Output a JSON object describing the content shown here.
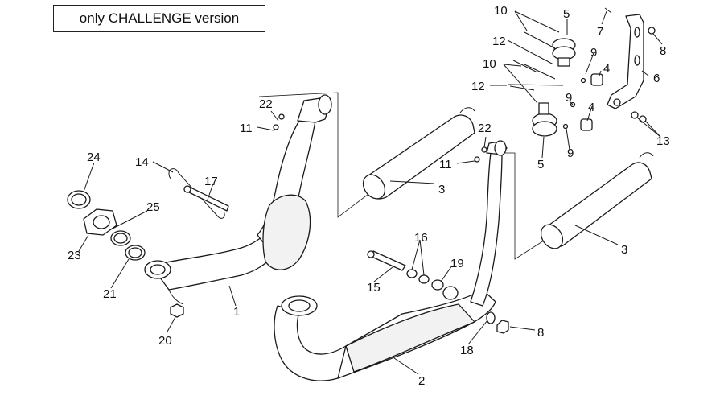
{
  "header": {
    "version_note": "only CHALLENGE version"
  },
  "callouts": {
    "c1": "1",
    "c2": "2",
    "c3a": "3",
    "c3b": "3",
    "c4a": "4",
    "c4b": "4",
    "c5a": "5",
    "c5b": "5",
    "c6": "6",
    "c7": "7",
    "c8a": "8",
    "c8b": "8",
    "c9a": "9",
    "c9b": "9",
    "c9c": "9",
    "c10a": "10",
    "c10b": "10",
    "c11a": "11",
    "c11b": "11",
    "c12a": "12",
    "c12b": "12",
    "c13": "13",
    "c14": "14",
    "c15": "15",
    "c16": "16",
    "c17": "17",
    "c18": "18",
    "c19": "19",
    "c20": "20",
    "c21": "21",
    "c22a": "22",
    "c22b": "22",
    "c23": "23",
    "c24": "24",
    "c25": "25"
  }
}
